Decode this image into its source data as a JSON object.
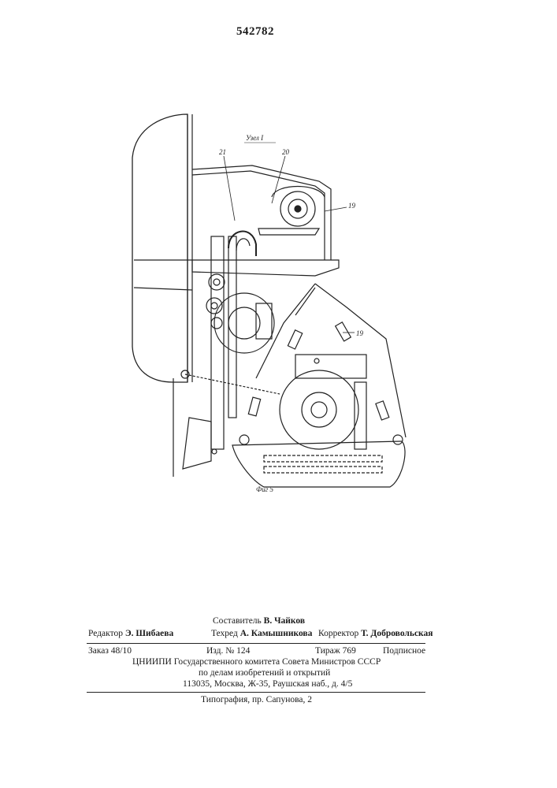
{
  "header": {
    "patent_number": "542782"
  },
  "figure": {
    "node_label": "Узел I",
    "caption": "Фиг 5",
    "callouts": {
      "c21": "21",
      "c20": "20",
      "c19a": "19",
      "c19b": "19"
    }
  },
  "footer": {
    "composer_label": "Составитель",
    "composer_name": "В. Чайков",
    "editor_label": "Редактор",
    "editor_name": "Э. Шибаева",
    "techred_label": "Техред",
    "techred_name": "А. Камышникова",
    "corrector_label": "Корректор",
    "corrector_name": "Т. Добровольская",
    "order": "Заказ 48/10",
    "edition": "Изд. № 124",
    "circulation": "Тираж 769",
    "subscription": "Подписное",
    "org_line1": "ЦНИИПИ Государственного комитета Совета Министров СССР",
    "org_line2": "по делам изобретений и открытий",
    "address": "113035, Москва, Ж-35, Раушская наб., д. 4/5",
    "printing": "Типография, пр. Сапунова, 2"
  }
}
